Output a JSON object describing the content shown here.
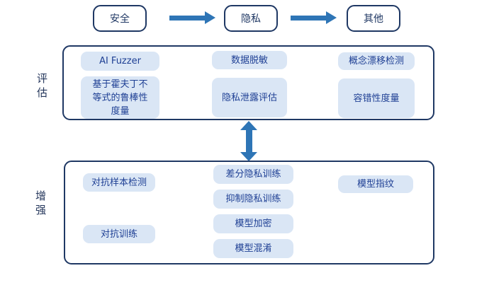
{
  "colors": {
    "outline_navy": "#1F3864",
    "arrow_blue": "#2E75B6",
    "chip_background": "#DAE6F5",
    "chip_text": "#1E3F94",
    "section_label_text": "#24365B",
    "canvas_background": "#FFFFFF"
  },
  "top_flow": {
    "nodes": [
      {
        "label": "安全"
      },
      {
        "label": "隐私"
      },
      {
        "label": "其他"
      }
    ],
    "connector_icon": "right-block-arrow"
  },
  "sections": {
    "evaluate": {
      "label": "评估",
      "items": [
        {
          "label": "AI Fuzzer"
        },
        {
          "label": "基于霍夫丁不等式的鲁棒性度量"
        },
        {
          "label": "数据脱敏"
        },
        {
          "label": "隐私泄露评估"
        },
        {
          "label": "概念漂移检测"
        },
        {
          "label": "容错性度量"
        }
      ]
    },
    "enhance": {
      "label": "增强",
      "items": [
        {
          "label": "对抗样本检测"
        },
        {
          "label": "对抗训练"
        },
        {
          "label": "差分隐私训练"
        },
        {
          "label": "抑制隐私训练"
        },
        {
          "label": "模型加密"
        },
        {
          "label": "模型混淆"
        },
        {
          "label": "模型指纹"
        }
      ]
    },
    "connector_icon": "double-headed-vertical-arrow"
  }
}
